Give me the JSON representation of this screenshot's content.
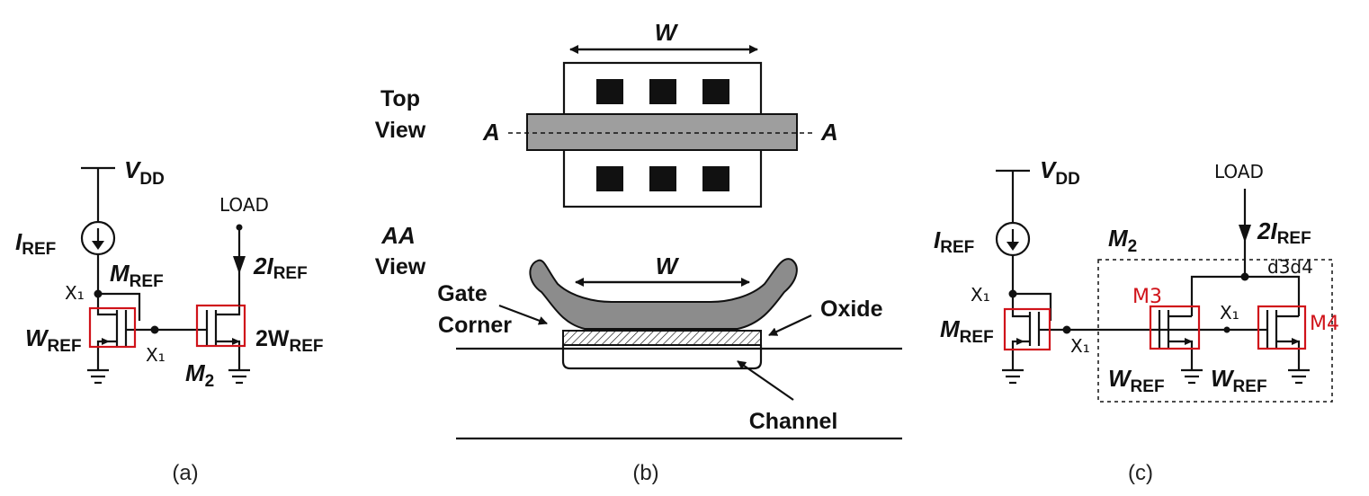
{
  "panel_a": {
    "vdd_v": "V",
    "vdd_sub": "DD",
    "iref_i": "I",
    "iref_sub": "REF",
    "mref_m": "M",
    "mref_sub": "REF",
    "wref_w": "W",
    "wref_sub": "REF",
    "m2_m": "M",
    "m2_sub": "2",
    "two_iref_2i": "2I",
    "two_iref_sub": "REF",
    "two_wref_2w": "2W",
    "two_wref_sub": "REF",
    "hand_load": "LOAD",
    "hand_x1_top": "X₁",
    "hand_x1_gate": "X₁",
    "caption": "(a)"
  },
  "panel_b": {
    "w_top": "W",
    "top_view_1": "Top",
    "top_view_2": "View",
    "a_left": "A",
    "a_right": "A",
    "aa_view_1": "AA",
    "aa_view_2": "View",
    "w_mid": "W",
    "gate_corner_1": "Gate",
    "gate_corner_2": "Corner",
    "oxide": "Oxide",
    "channel": "Channel",
    "caption": "(b)"
  },
  "panel_c": {
    "vdd_v": "V",
    "vdd_sub": "DD",
    "iref_i": "I",
    "iref_sub": "REF",
    "mref_m": "M",
    "mref_sub": "REF",
    "m2_m": "M",
    "m2_sub": "2",
    "two_iref_2i": "2I",
    "two_iref_sub": "REF",
    "wref1_w": "W",
    "wref1_sub": "REF",
    "wref2_w": "W",
    "wref2_sub": "REF",
    "hand_load": "LOAD",
    "hand_x1_top": "X₁",
    "hand_x1_gate": "X₁",
    "hand_x1_mid": "X₁",
    "hand_d3d4": "d3d4",
    "hand_m3": "M3",
    "hand_m4": "M4",
    "caption": "(c)"
  },
  "colors": {
    "ink": "#111111",
    "annotation_red": "#d0131a",
    "gate_gray": "#8c8c8c",
    "poly_gray": "#9e9e9e"
  }
}
